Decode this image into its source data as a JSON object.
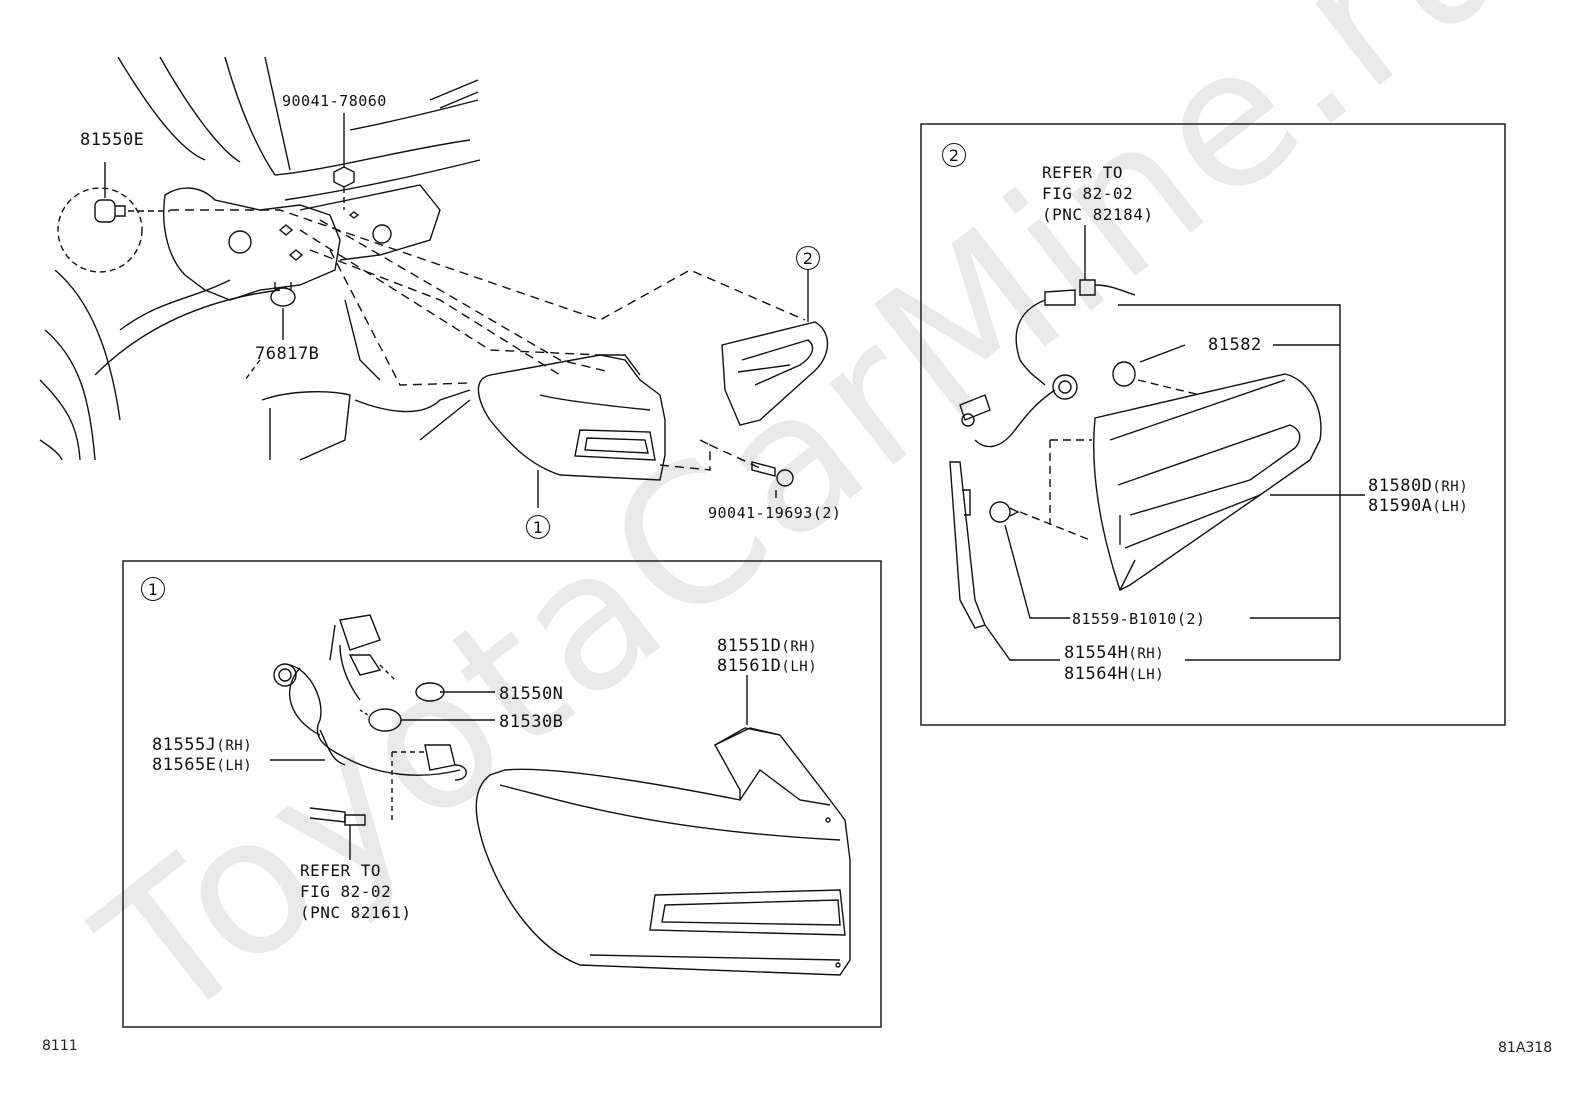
{
  "watermark": "ToyotaCarMine.ru",
  "diagram_code": "8111",
  "figure_code": "81A318",
  "callout_1": "1",
  "callout_2": "2",
  "parts": {
    "p81550E": "81550E",
    "p90041_78060": "90041-78060",
    "p76817B": "76817B",
    "p90041_19693": "90041-19693(2)",
    "p81551D": "81551D",
    "p81561D": "81561D",
    "p81550N": "81550N",
    "p81530B": "81530B",
    "p81555J": "81555J",
    "p81565E": "81565E",
    "p81582": "81582",
    "p81580D": "81580D",
    "p81590A": "81590A",
    "p81559": "81559-B1010(2)",
    "p81554H": "81554H",
    "p81564H": "81564H"
  },
  "side": {
    "rh": "(RH)",
    "lh": "(LH)"
  },
  "refer_a": {
    "line1": "REFER TO",
    "line2": "FIG 82-02",
    "line3": "(PNC 82161)"
  },
  "refer_b": {
    "line1": "REFER TO",
    "line2": "FIG 82-02",
    "line3": "(PNC 82184)"
  }
}
